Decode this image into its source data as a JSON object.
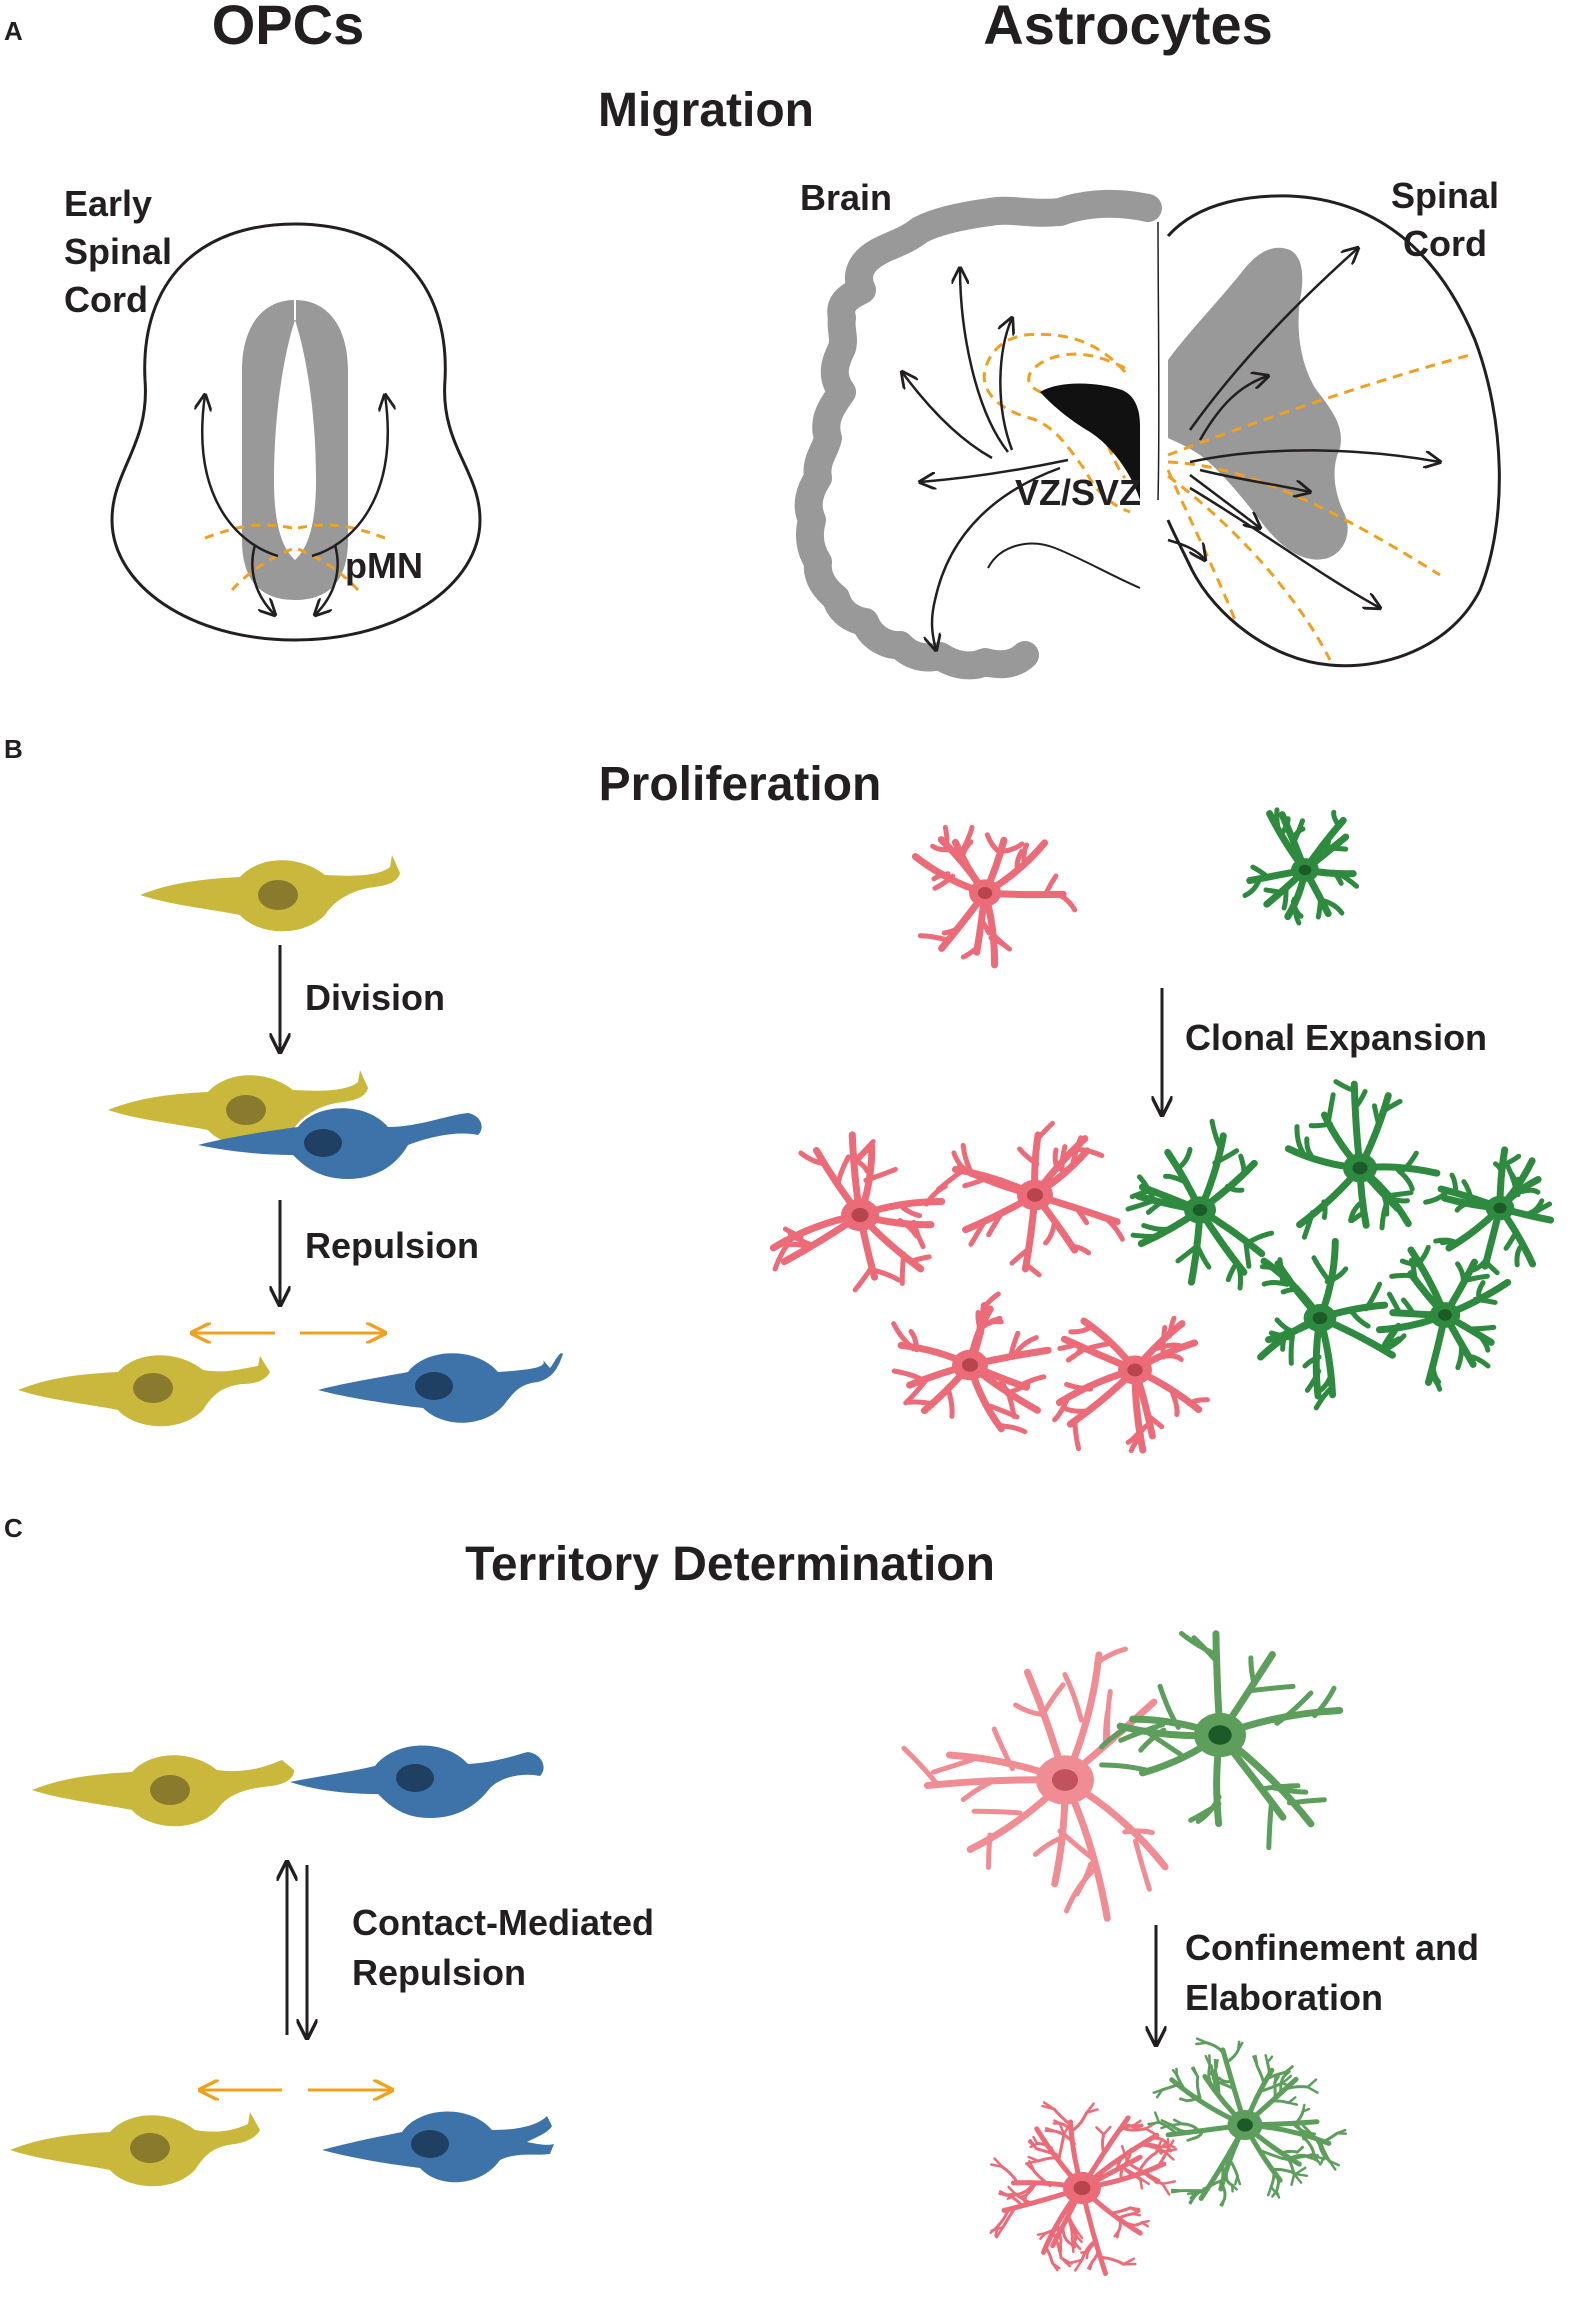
{
  "columns": {
    "left": "OPCs",
    "right": "Astrocytes"
  },
  "panels": {
    "a": "A",
    "b": "B",
    "c": "C"
  },
  "sections": {
    "migration": "Migration",
    "proliferation": "Proliferation",
    "territory": "Territory Determination"
  },
  "migration": {
    "early_spinal_cord": [
      "Early",
      "Spinal",
      "Cord"
    ],
    "pmn": "pMN",
    "brain": "Brain",
    "spinal_cord": [
      "Spinal",
      "Cord"
    ],
    "vz_svz": "VZ/SVZ"
  },
  "proliferation": {
    "division": "Division",
    "repulsion": "Repulsion",
    "clonal_expansion": "Clonal Expansion"
  },
  "territory": {
    "contact_mediated": [
      "Contact-Mediated",
      "Repulsion"
    ],
    "confinement": [
      "Confinement and",
      "Elaboration"
    ]
  },
  "colors": {
    "opc_yellow": "#c9b83c",
    "opc_yellow_nucleus": "#8a7a2e",
    "opc_blue": "#3d73a8",
    "opc_blue_nucleus": "#1f3f63",
    "astro_pink": "#ec6b78",
    "astro_pink_light": "#f08c93",
    "astro_green": "#2e8a3e",
    "astro_green_light": "#5e9e5c",
    "grey_matter": "#999999",
    "ventricle": "#111111",
    "orange_dash": "#f0a020",
    "arrow": "#231f20"
  }
}
